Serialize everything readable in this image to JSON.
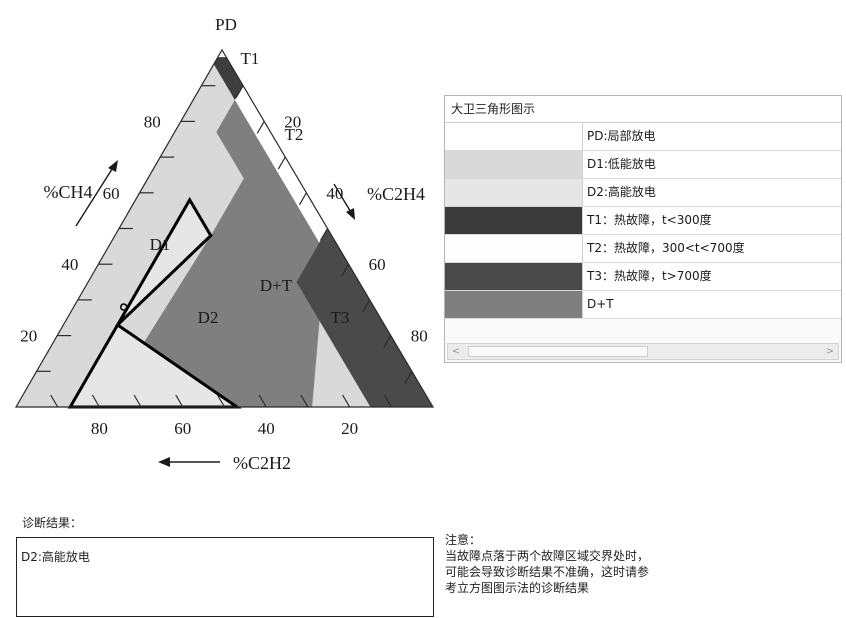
{
  "triangle": {
    "apex_label": "PD",
    "left_axis_label": "%CH4",
    "right_axis_label": "%C2H4",
    "bottom_axis_label": "%C2H2",
    "left_ticks": [
      "80",
      "60",
      "40",
      "20"
    ],
    "right_ticks": [
      "20",
      "40",
      "60",
      "80"
    ],
    "bottom_ticks": [
      "80",
      "60",
      "40",
      "20"
    ],
    "zones": [
      {
        "id": "D1",
        "label": "D1",
        "color": "#d9d9d9"
      },
      {
        "id": "D2",
        "label": "D2",
        "color": "#e6e6e6"
      },
      {
        "id": "DT",
        "label": "D+T",
        "color": "#7f7f7f"
      },
      {
        "id": "T1",
        "label": "T1",
        "color": "#3e3e3e"
      },
      {
        "id": "T2",
        "label": "T2",
        "color": "#ffffff"
      },
      {
        "id": "T3",
        "label": "T3",
        "color": "#4a4a4a"
      },
      {
        "id": "PD",
        "label": "PD",
        "color": "#ffffff"
      }
    ],
    "fault_point": {
      "C2H2": 60,
      "C2H4": 12,
      "CH4": 28
    }
  },
  "legend": {
    "title": "大卫三角形图示",
    "rows": [
      {
        "label": "PD:局部放电",
        "color": "#ffffff"
      },
      {
        "label": "D1:低能放电",
        "color": "#d9d9d9"
      },
      {
        "label": "D2:高能放电",
        "color": "#e6e6e6"
      },
      {
        "label": "T1：热故障，t<300度",
        "color": "#3a3a3a"
      },
      {
        "label": "T2：热故障，300<t<700度",
        "color": "#fdfdfd"
      },
      {
        "label": "T3：热故障，t>700度",
        "color": "#4a4a4a"
      },
      {
        "label": "D+T",
        "color": "#7f7f7f"
      }
    ],
    "scroll_left": "<",
    "scroll_right": ">"
  },
  "diagnosis": {
    "label": "诊断结果：",
    "result": "D2:高能放电"
  },
  "note": {
    "title": "注意：",
    "lines": [
      "当故障点落于两个故障区域交界处时，",
      "可能会导致诊断结果不准确，这时请参",
      "考立方图图示法的诊断结果"
    ]
  }
}
